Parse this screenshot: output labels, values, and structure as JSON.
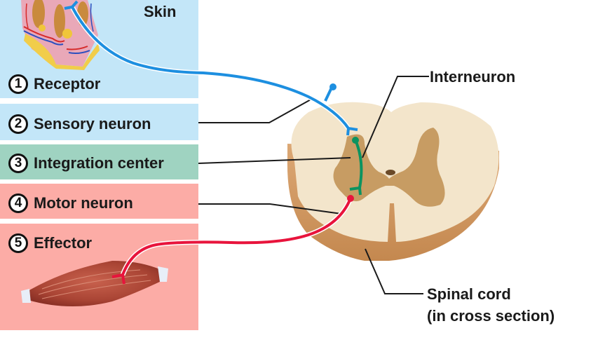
{
  "skin_label": "Skin",
  "steps": [
    {
      "number": "1",
      "label": "Receptor"
    },
    {
      "number": "2",
      "label": "Sensory neuron"
    },
    {
      "number": "3",
      "label": "Integration center"
    },
    {
      "number": "4",
      "label": "Motor neuron"
    },
    {
      "number": "5",
      "label": "Effector"
    }
  ],
  "interneuron_label": "Interneuron",
  "spinal_cord_label": {
    "line1": "Spinal cord",
    "line2": "(in cross section)"
  },
  "colors": {
    "sensory": "#1d8fe0",
    "interneuron": "#0b9360",
    "motor": "#e8143c",
    "receptor_panel": "#c3e6f8",
    "integration_panel": "#9fd3c1",
    "motor_panel": "#fcaca6"
  }
}
